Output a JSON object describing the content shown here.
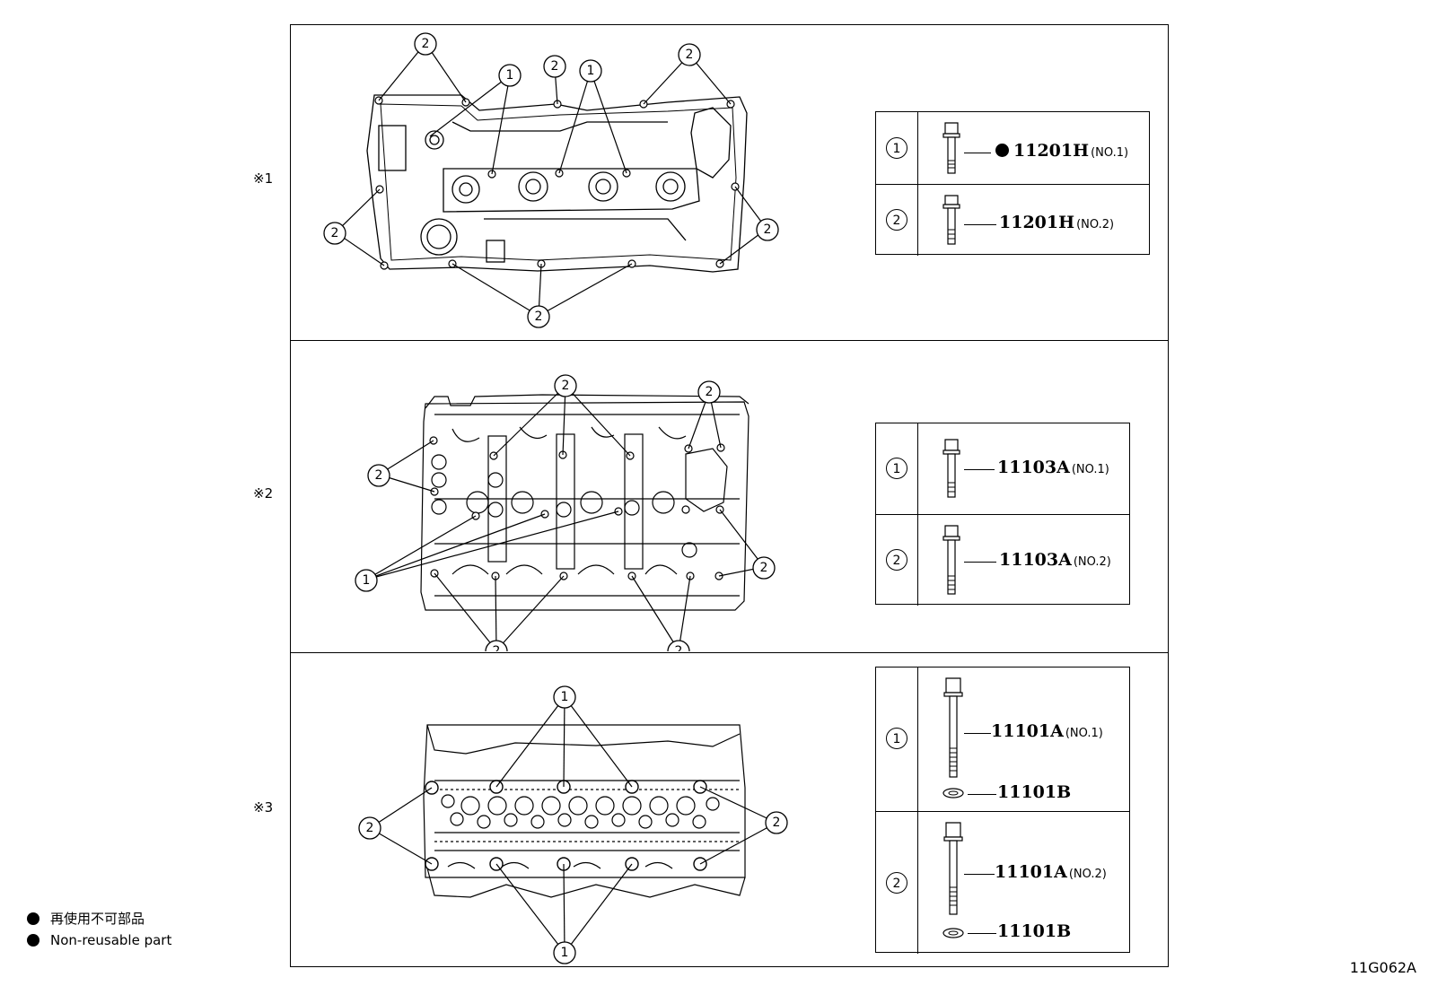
{
  "panels": [
    {
      "label": "※1",
      "parts": [
        {
          "key": "1",
          "code": "11201H",
          "variant": "(NO.1)",
          "non_reusable": true
        },
        {
          "key": "2",
          "code": "11201H",
          "variant": "(NO.2)",
          "non_reusable": false
        }
      ]
    },
    {
      "label": "※2",
      "parts": [
        {
          "key": "1",
          "code": "11103A",
          "variant": "(NO.1)",
          "non_reusable": false
        },
        {
          "key": "2",
          "code": "11103A",
          "variant": "(NO.2)",
          "non_reusable": false
        }
      ]
    },
    {
      "label": "※3",
      "parts": [
        {
          "key": "1",
          "code": "11101A",
          "variant": "(NO.1)",
          "washer": "11101B",
          "non_reusable": false
        },
        {
          "key": "2",
          "code": "11101A",
          "variant": "(NO.2)",
          "washer": "11101B",
          "non_reusable": false
        }
      ]
    }
  ],
  "callouts": {
    "one": "1",
    "two": "2"
  },
  "legend": {
    "japanese": "再使用不可部品",
    "english": "Non-reusable part"
  },
  "figure_id": "11G062A"
}
